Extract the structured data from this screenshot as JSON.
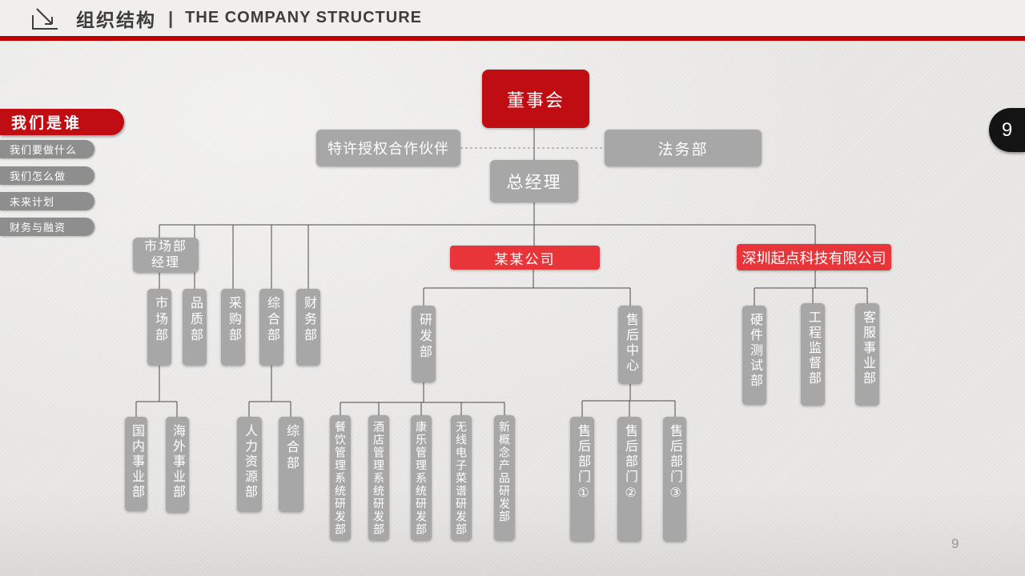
{
  "header": {
    "title_cn": "组织结构",
    "divider": "|",
    "title_en": "THE COMPANY STRUCTURE"
  },
  "sidebar": {
    "active_item": "我们是谁",
    "items": [
      "我们要做什么",
      "我们怎么做",
      "未来计划",
      "财务与融资"
    ]
  },
  "side_tab": "9",
  "page_number": "9",
  "colors": {
    "bar_red": "#c00000",
    "dark_red": "#c00d13",
    "bright_red": "#e8353a",
    "box_gray": "#a7a7a7",
    "sidebar_gray": "#8e8e8e",
    "tab_black": "#141414"
  },
  "org_chart": {
    "board": "董事会",
    "partner": "特许授权合作伙伴",
    "legal": "法务部",
    "general_manager": "总经理",
    "marketing_manager": "市场部经理",
    "departments": [
      "市场部",
      "品质部",
      "采购部",
      "综合部",
      "财务部"
    ],
    "marketing_children": [
      "国内事业部",
      "海外事业部"
    ],
    "general_affairs_children": [
      "人力资源部",
      "综合部"
    ],
    "company1": {
      "name": "某某公司",
      "rd_dept": "研发部",
      "aftersales_center": "售后中心",
      "rd_children": [
        "餐饮管理系统研发部",
        "酒店管理系统研发部",
        "康乐管理系统研发部",
        "无线电子菜谱研发部",
        "新概念产品研发部"
      ],
      "aftersales_children": [
        "售后部门①",
        "售后部门②",
        "售后部门③"
      ]
    },
    "company2": {
      "name": "深圳起点科技有限公司",
      "children": [
        "硬件测试部",
        "工程监督部",
        "客服事业部"
      ]
    }
  }
}
